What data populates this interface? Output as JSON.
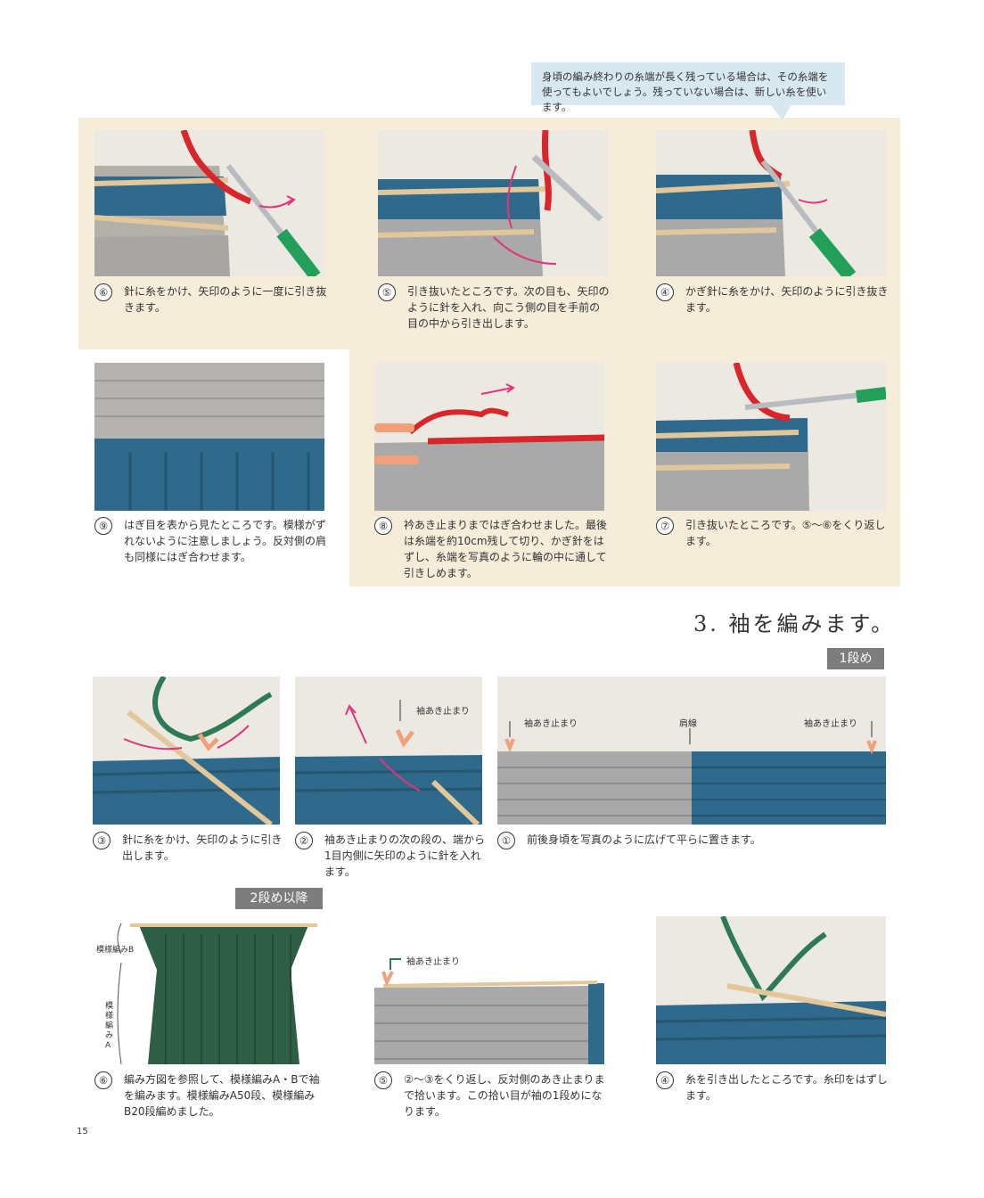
{
  "note": {
    "text": "身頃の編み終わりの糸端が長く残っている場合は、その糸端を使ってもよいでしょう。残っていない場合は、新しい糸を使います。"
  },
  "section": {
    "title": "3. 袖を編みます。",
    "tag_row1": "1段め",
    "tag_row2": "2段め以降"
  },
  "steps_top": [
    {
      "num": "⑥",
      "text": "針に糸をかけ、矢印のように一度に引き抜きます。"
    },
    {
      "num": "⑤",
      "text": "引き抜いたところです。次の目も、矢印のように針を入れ、向こう側の目を手前の目の中から引き出します。"
    },
    {
      "num": "④",
      "text": "かぎ針に糸をかけ、矢印のように引き抜きます。"
    },
    {
      "num": "⑨",
      "text": "はぎ目を表から見たところです。模様がずれないように注意しましょう。反対側の肩も同様にはぎ合わせます。"
    },
    {
      "num": "⑧",
      "text": "衿あき止まりまではぎ合わせました。最後は糸端を約10cm残して切り、かぎ針をはずし、糸端を写真のように輪の中に通して引きしめます。"
    },
    {
      "num": "⑦",
      "text": "引き抜いたところです。⑤〜⑥をくり返します。"
    }
  ],
  "steps_bottom": [
    {
      "num": "③",
      "text": "針に糸をかけ、矢印のように引き出します。"
    },
    {
      "num": "②",
      "text": "袖あき止まりの次の段の、端から1目内側に矢印のように針を入れます。"
    },
    {
      "num": "①",
      "text": "前後身頃を写真のように広げて平らに置きます。"
    },
    {
      "num": "⑥",
      "text": "編み方図を参照して、模様編みA・Bで袖を編みます。模様編みA50段、模様編みB20段編めました。"
    },
    {
      "num": "⑤",
      "text": "②〜③をくり返し、反対側のあき止まりまで拾います。この拾い目が袖の1段めになります。"
    },
    {
      "num": "④",
      "text": "糸を引き出したところです。糸印をはずします。"
    }
  ],
  "photo_labels": {
    "sleeve_stop": "袖あき止まり",
    "shoulder_line": "肩線",
    "pattern_b": "模様編みB",
    "pattern_a": "模様編みA"
  },
  "page_number": "15",
  "colors": {
    "beige": "#f5ecd9",
    "note_blue": "#d8e8f0",
    "tag_gray": "#7d7d7d",
    "yarn_blue": "#2f6a8c",
    "yarn_gray": "#a9a9a9",
    "yarn_red": "#d8262a",
    "yarn_green": "#2e5e45",
    "hook_green": "#22a05a"
  }
}
